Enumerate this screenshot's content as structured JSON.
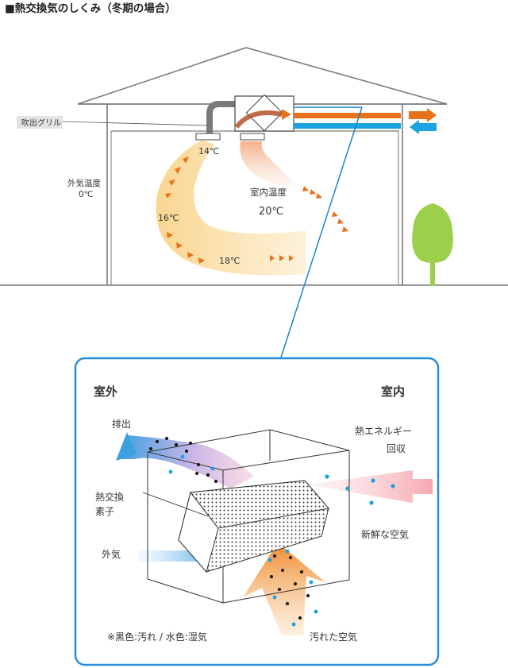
{
  "title": "■熱交換気のしくみ（冬期の場合）",
  "house": {
    "grille_label": "吹出グリル",
    "outdoor_temp_label": "外気温度",
    "outdoor_temp_value": "0℃",
    "indoor_temp_label": "室内温度",
    "indoor_temp_value": "20℃",
    "temp_14": "14℃",
    "temp_16": "16℃",
    "temp_18": "18℃"
  },
  "detail": {
    "outdoor_label": "室外",
    "indoor_label": "室内",
    "exhaust_label": "排出",
    "heat_recovery_line1": "熱エネルギー",
    "heat_recovery_line2": "回収",
    "element_line1": "熱交換",
    "element_line2": "素子",
    "outside_air_label": "外気",
    "fresh_air_label": "新鮮な空気",
    "dirty_air_label": "汚れた空気",
    "legend": "※黒色:汚れ / 水色:湿気"
  },
  "colors": {
    "orange": "#e8711a",
    "blue": "#1aa3e0",
    "frame_blue": "#2a8fd6",
    "tree_green": "#9ccf4a",
    "roof_gray": "#7a7a7a"
  }
}
